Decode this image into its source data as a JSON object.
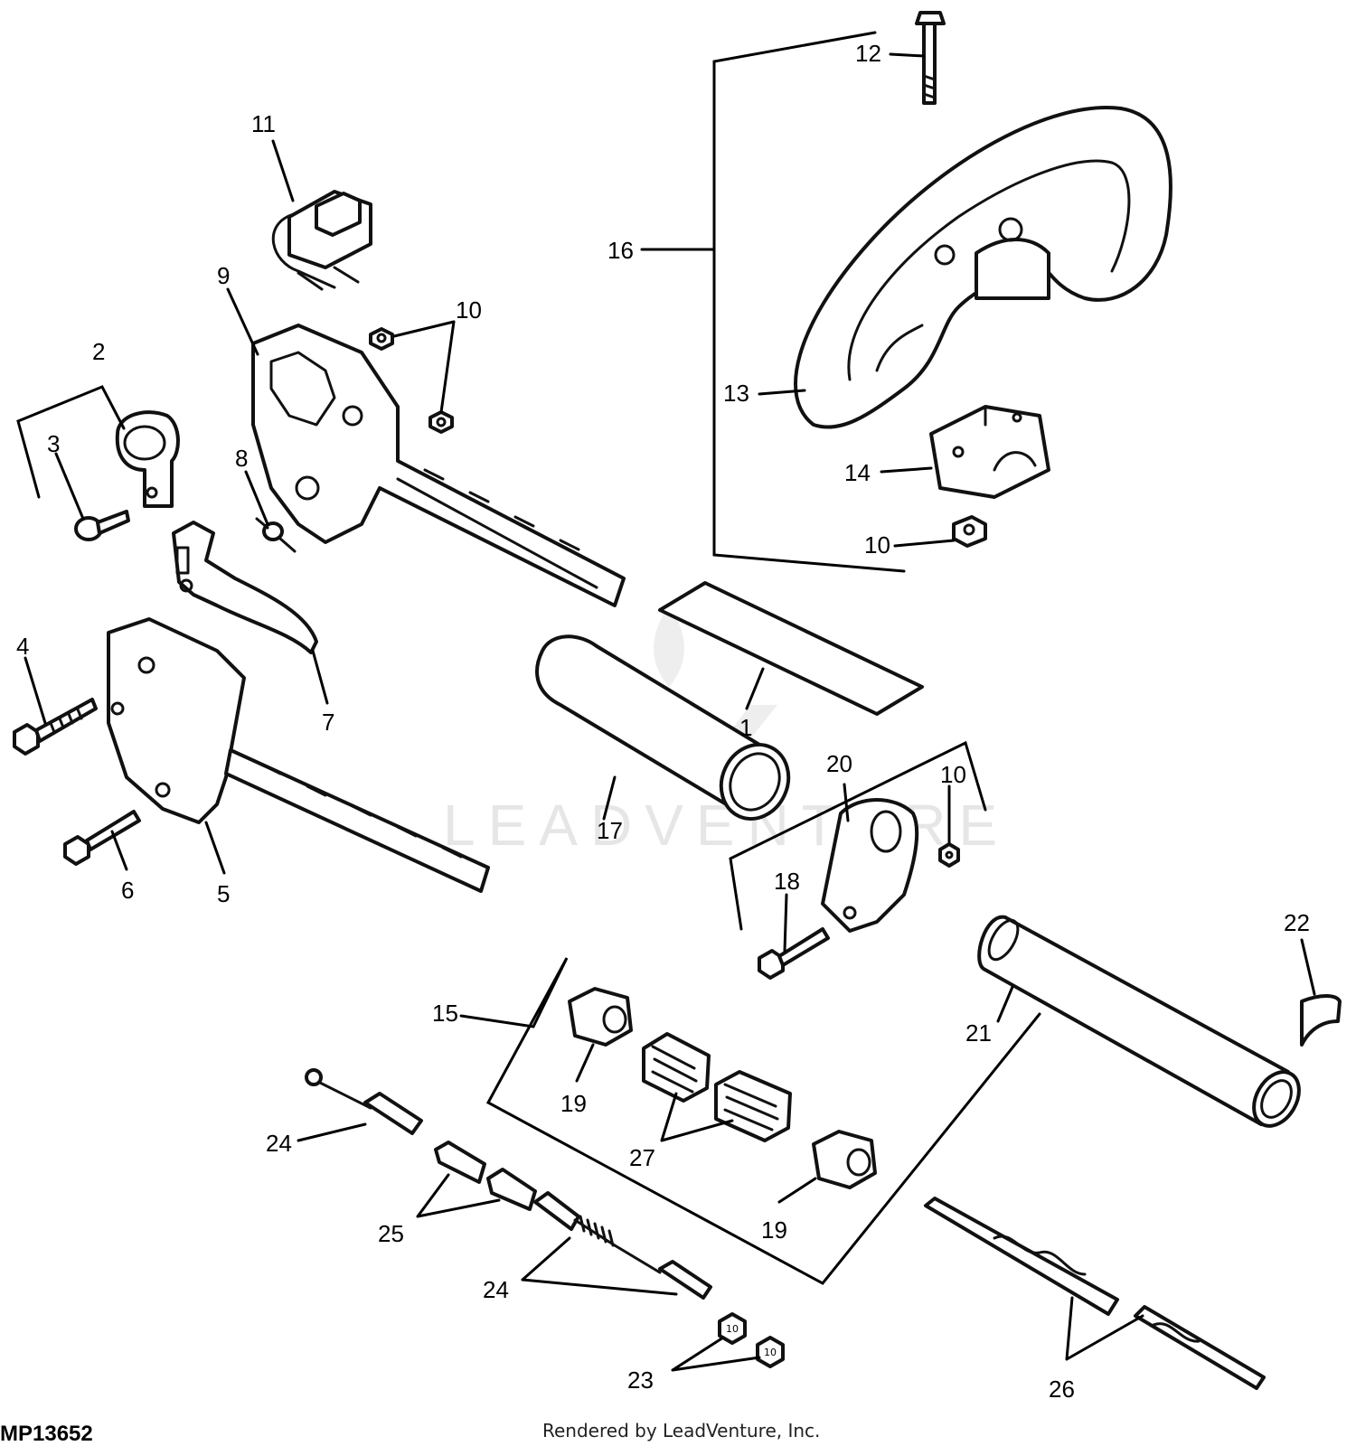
{
  "figure_id": "MP13652",
  "credit": "Rendered by LeadVenture, Inc.",
  "watermark": "LEADVENTURE",
  "callouts": {
    "c1": "1",
    "c2": "2",
    "c3": "3",
    "c4": "4",
    "c5": "5",
    "c6": "6",
    "c7": "7",
    "c8": "8",
    "c9": "9",
    "c10a": "10",
    "c10b": "10",
    "c10c": "10",
    "c11": "11",
    "c12": "12",
    "c13": "13",
    "c14": "14",
    "c15": "15",
    "c16": "16",
    "c17": "17",
    "c18": "18",
    "c19a": "19",
    "c19b": "19",
    "c20": "20",
    "c21": "21",
    "c22": "22",
    "c23": "23",
    "c24a": "24",
    "c24b": "24",
    "c25": "25",
    "c26": "26",
    "c27": "27"
  },
  "colors": {
    "ink": "#111111",
    "paper": "#ffffff",
    "watermark": "#e6e6e6"
  }
}
